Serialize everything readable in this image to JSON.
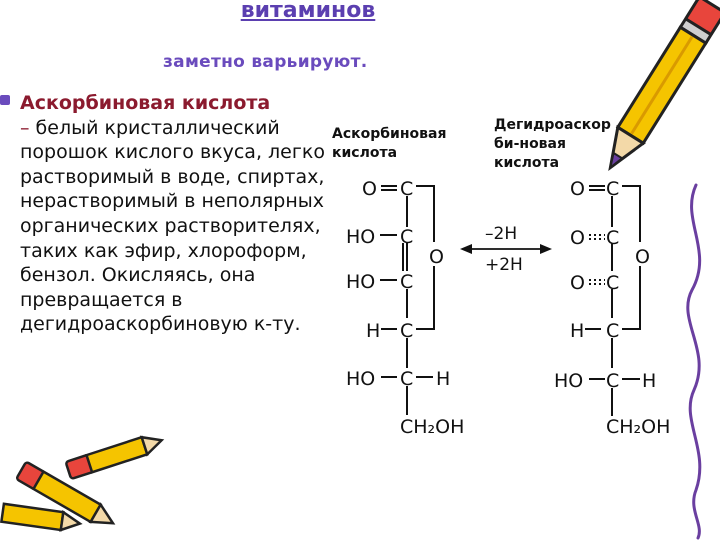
{
  "slide": {
    "title_line1": "витаминов",
    "title_line2": "заметно варьируют.",
    "paragraph": {
      "highlight": "Аскорбиновая кислота",
      "dash": "–",
      "text": "белый кристаллический порошок кислого вкуса, легко растворимый в воде, спиртах, нерастворимый в неполярных органических растворителях, таких как эфир, хлороформ, бензол. Окисляясь, она превращается в дегидроаскорбиновую к-ту."
    },
    "diagram": {
      "left_label": [
        "Аскорбиновая",
        "кислота"
      ],
      "right_label": [
        "Дегидроаскор",
        "би-новая",
        "кислота"
      ],
      "arrow_top": "–2H",
      "arrow_bottom": "+2H",
      "atoms": {
        "O": "O",
        "C": "C",
        "HO": "HO",
        "H": "H",
        "CH2OH": "CH₂OH"
      }
    },
    "decor": {
      "pencil_colors": {
        "body": "#f5c400",
        "band": "#e8453c",
        "tip": "#6a3fa0",
        "outline": "#222222"
      }
    }
  }
}
